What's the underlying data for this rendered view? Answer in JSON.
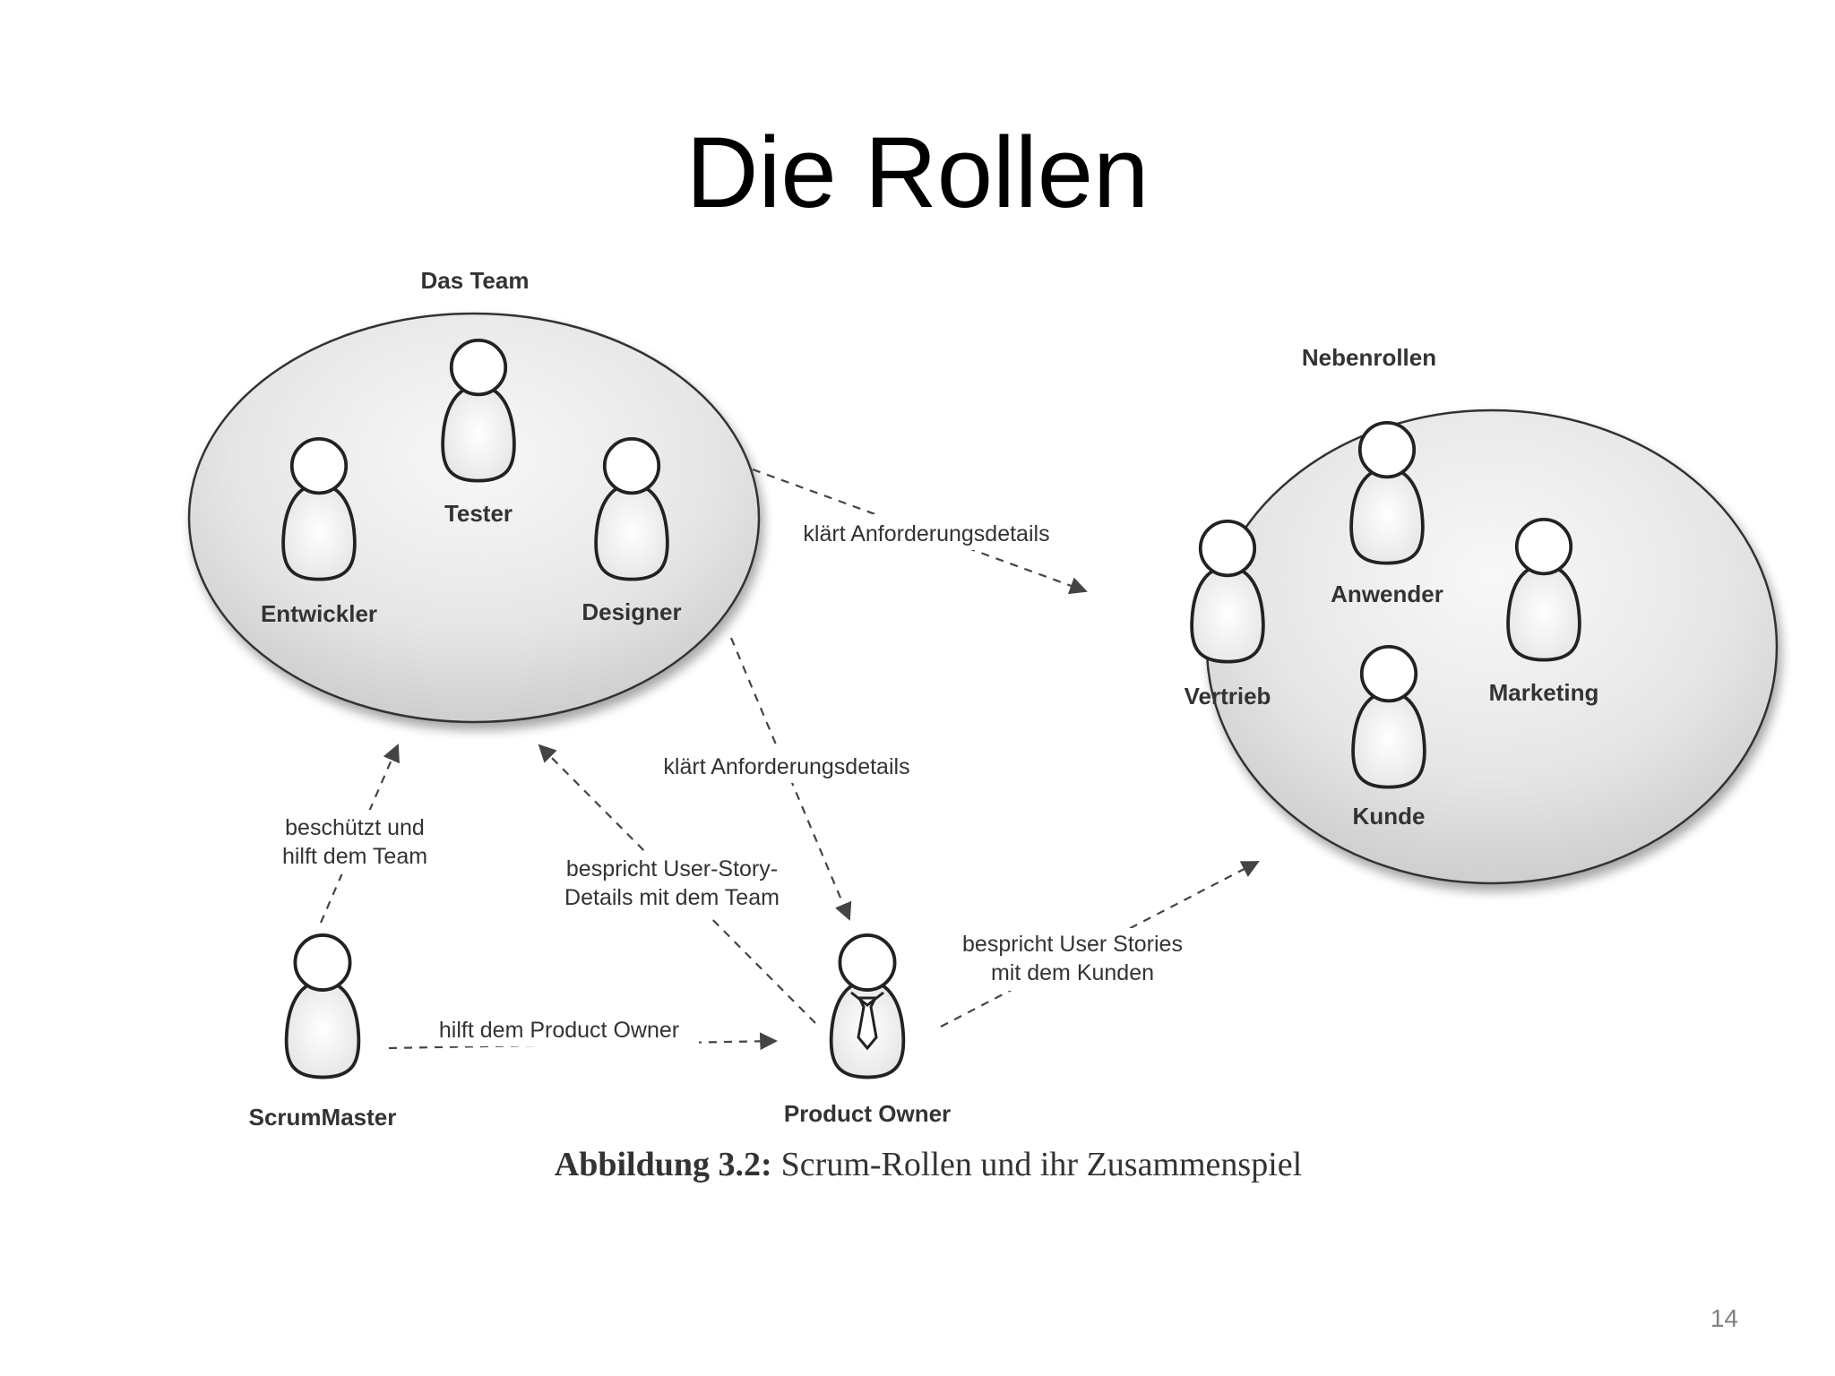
{
  "slide": {
    "title": "Die Rollen",
    "page_number": "14"
  },
  "figure": {
    "groups": {
      "team": "Das Team",
      "secondary": "Nebenrollen"
    },
    "roles": {
      "entwickler": "Entwickler",
      "tester": "Tester",
      "designer": "Designer",
      "anwender": "Anwender",
      "vertrieb": "Vertrieb",
      "marketing": "Marketing",
      "kunde": "Kunde",
      "scrummaster": "ScrumMaster",
      "product_owner": "Product Owner"
    },
    "relations": {
      "team_to_secondary": "klärt Anforderungsdetails",
      "team_to_po": "klärt Anforderungsdetails",
      "sm_to_team_line1": "beschützt und",
      "sm_to_team_line2": "hilft dem Team",
      "po_to_team_line1": "bespricht User-Story-",
      "po_to_team_line2": "Details mit dem Team",
      "po_to_customers_line1": "bespricht User Stories",
      "po_to_customers_line2": "mit dem Kunden",
      "sm_to_po": "hilft dem Product Owner"
    },
    "caption": {
      "label": "Abbildung 3.2:",
      "text": "Scrum-Rollen und ihr Zusammenspiel"
    }
  }
}
